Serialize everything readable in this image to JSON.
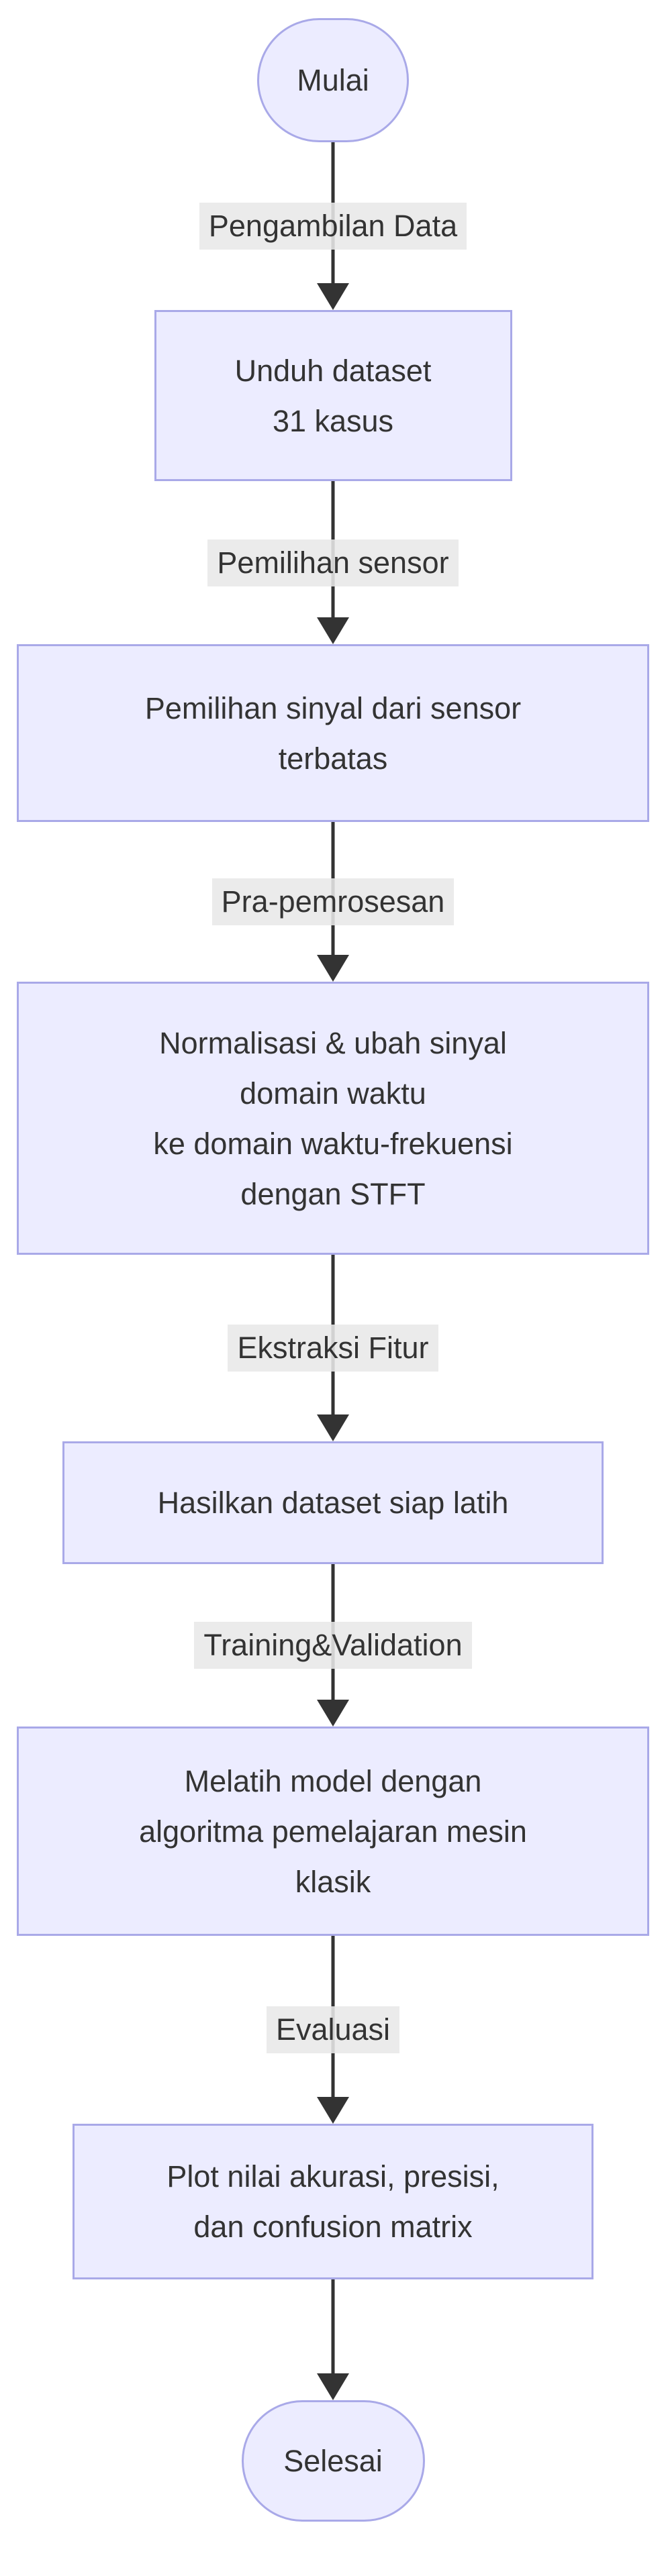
{
  "diagram": {
    "type": "flowchart",
    "direction": "top-down",
    "nodes": [
      {
        "shape": "stadium",
        "label": "Mulai",
        "lines": [
          "Mulai"
        ]
      },
      {
        "shape": "process",
        "label": "Unduh dataset 31 kasus",
        "lines": [
          "Unduh dataset",
          "31 kasus"
        ]
      },
      {
        "shape": "process",
        "label": "Pemilihan sinyal dari sensor terbatas",
        "lines": [
          "Pemilihan sinyal dari sensor",
          "terbatas"
        ]
      },
      {
        "shape": "process",
        "label": "Normalisasi & ubah sinyal domain waktu ke domain waktu-frekuensi dengan STFT",
        "lines": [
          "Normalisasi & ubah sinyal",
          "domain waktu",
          "ke domain waktu-frekuensi",
          "dengan STFT"
        ]
      },
      {
        "shape": "process",
        "label": "Hasilkan dataset siap latih",
        "lines": [
          "Hasilkan dataset siap latih"
        ]
      },
      {
        "shape": "process",
        "label": "Melatih model dengan algoritma pemelajaran mesin klasik",
        "lines": [
          "Melatih model dengan",
          "algoritma pemelajaran mesin",
          "klasik"
        ]
      },
      {
        "shape": "process",
        "label": "Plot nilai akurasi, presisi, dan confusion matrix",
        "lines": [
          "Plot nilai akurasi, presisi,",
          "dan confusion matrix"
        ]
      },
      {
        "shape": "stadium",
        "label": "Selesai",
        "lines": [
          "Selesai"
        ]
      }
    ],
    "edges": [
      {
        "from_node": 0,
        "to_node": 1,
        "label": "Pengambilan Data"
      },
      {
        "from_node": 1,
        "to_node": 2,
        "label": "Pemilihan sensor"
      },
      {
        "from_node": 2,
        "to_node": 3,
        "label": "Pra-pemrosesan"
      },
      {
        "from_node": 3,
        "to_node": 4,
        "label": "Ekstraksi Fitur"
      },
      {
        "from_node": 4,
        "to_node": 5,
        "label": "Training&Validation"
      },
      {
        "from_node": 5,
        "to_node": 6,
        "label": "Evaluasi"
      },
      {
        "from_node": 6,
        "to_node": 7,
        "label": ""
      }
    ],
    "colors": {
      "background": "#FFFFFF",
      "node_fill": "#ECECFF",
      "node_border": "#A9A9E8",
      "text": "#333333",
      "edge_line": "#333333",
      "edge_label_background": "#E8E8E8"
    }
  }
}
